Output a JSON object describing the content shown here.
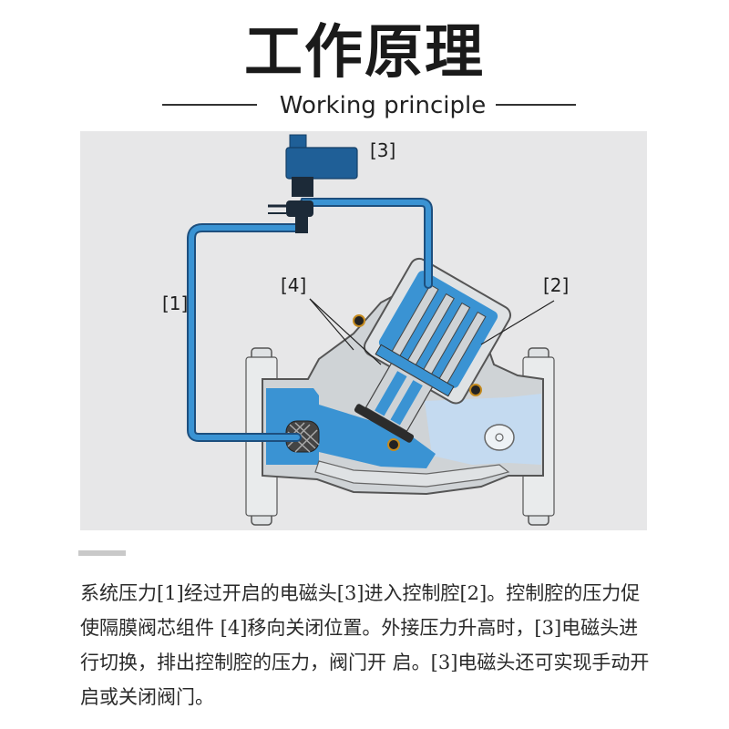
{
  "header": {
    "title": "工作原理",
    "subtitle": "Working principle"
  },
  "diagram": {
    "labels": {
      "pipe": "[1]",
      "chamber": "[2]",
      "solenoid": "[3]",
      "diaphragm": "[4]"
    },
    "colors": {
      "background": "#e7e7e8",
      "water": "#3a93d3",
      "pipe_outline": "#1d4f7e",
      "solenoid": "#1f5f97",
      "body": "#cfd3d6"
    }
  },
  "description": {
    "text": "系统压力[1]经过开启的电磁头[3]进入控制腔[2]。控制腔的压力促使隔膜阀芯组件 [4]移向关闭位置。外接压力升高时，[3]电磁头进行切换，排出控制腔的压力，阀门开 启。[3]电磁头还可实现手动开启或关闭阀门。"
  }
}
